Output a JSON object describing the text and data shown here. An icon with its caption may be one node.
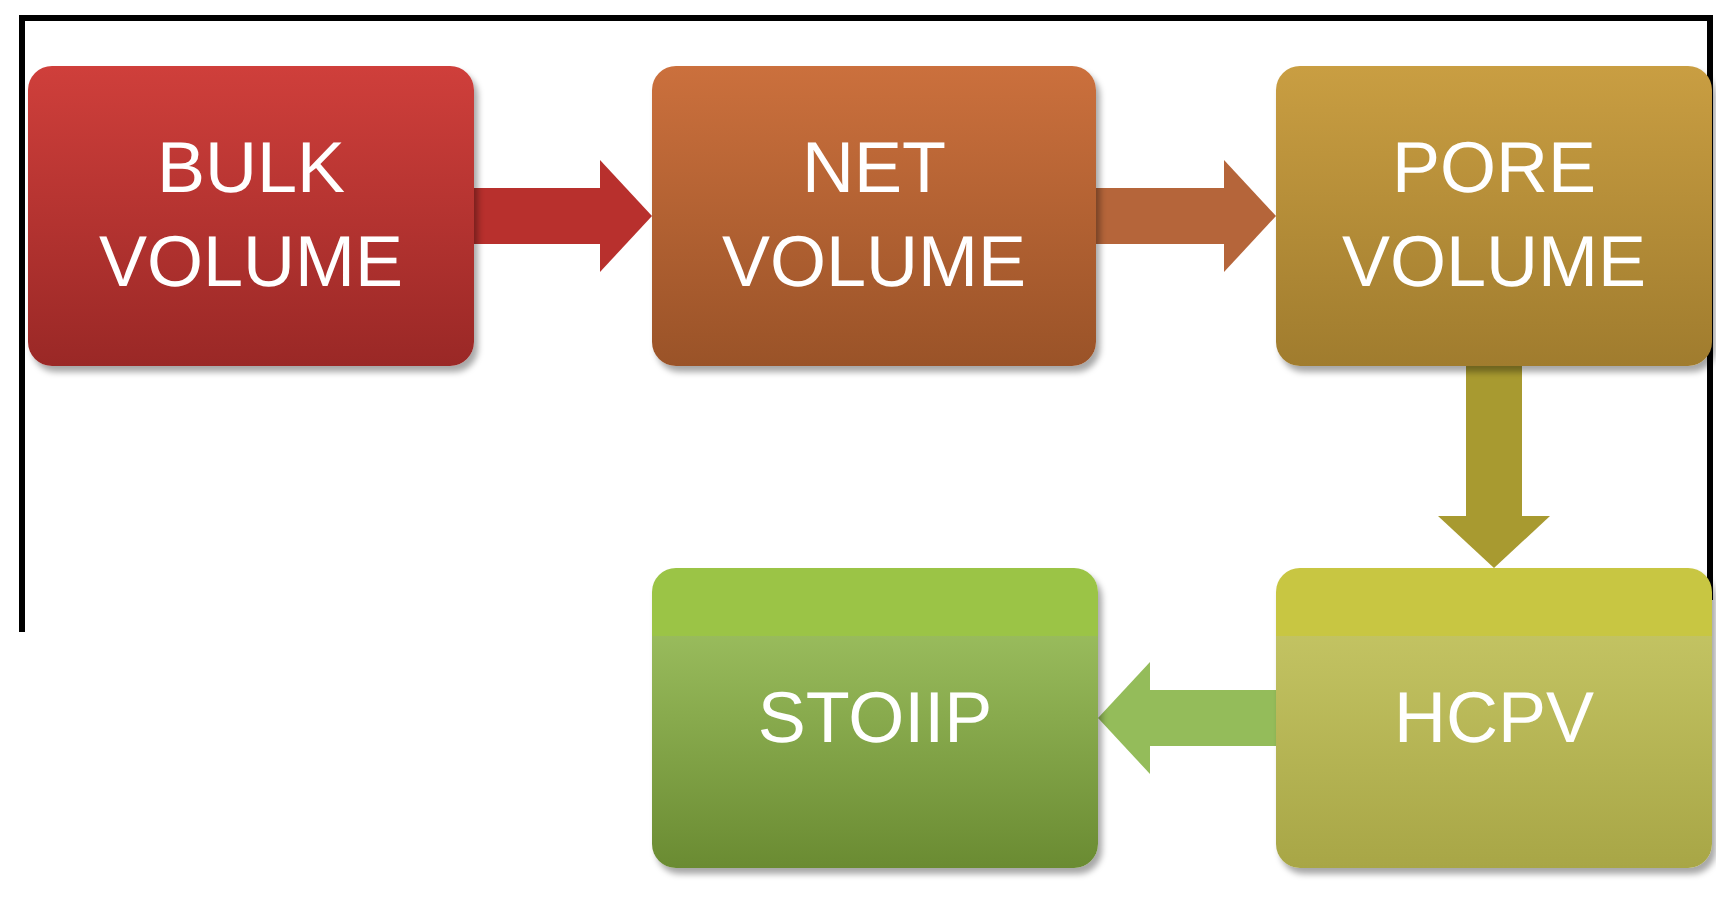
{
  "diagram": {
    "nodes": [
      {
        "text": [
          "BULK VOLUME"
        ]
      },
      {
        "text": [
          "NET VOLUME"
        ]
      },
      {
        "text": [
          "PORE VOLUME"
        ]
      },
      {
        "text": [
          "HCPV"
        ]
      },
      {
        "text": [
          "STOIIP"
        ]
      }
    ],
    "edges": [
      {
        "from": 0,
        "to": 1,
        "arrow": "to",
        "color": "#b8302d"
      },
      {
        "from": 1,
        "to": 2,
        "arrow": "to",
        "color": "#b5653a"
      },
      {
        "from": 2,
        "to": 3,
        "arrow": "to",
        "color": "#a89a30"
      },
      {
        "from": 3,
        "to": 4,
        "arrow": "to",
        "color": "#94bc5a"
      }
    ]
  }
}
